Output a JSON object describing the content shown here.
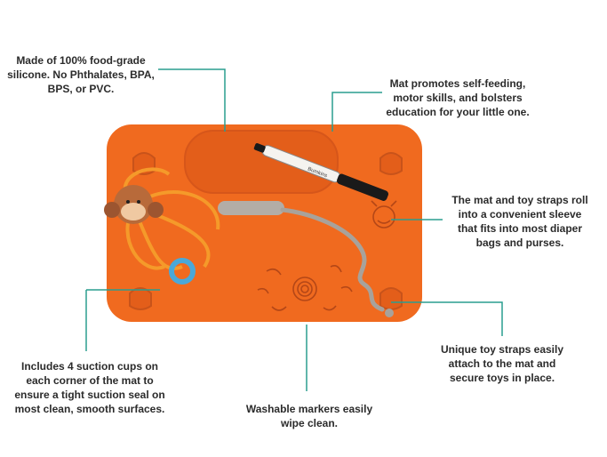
{
  "callouts": {
    "material": {
      "lines": [
        "Made of 100% food-grade",
        "silicone. No Phthalates, BPA,",
        "BPS, or PVC."
      ]
    },
    "self_feeding": {
      "lines": [
        "Mat promotes self-feeding,",
        "motor skills, and bolsters",
        "education for your little one."
      ]
    },
    "sleeve": {
      "lines": [
        "The mat and toy straps roll",
        "into a convenient sleeve",
        "that fits into most diaper",
        "bags and purses."
      ]
    },
    "suction": {
      "lines": [
        "Includes 4 suction cups on",
        "each corner of the mat to",
        "ensure a tight suction seal on",
        "most clean, smooth surfaces."
      ]
    },
    "markers": {
      "lines": [
        "Washable markers easily",
        "wipe clean."
      ]
    },
    "toy_straps": {
      "lines": [
        "Unique toy straps easily",
        "attach to the mat and",
        "secure toys in place."
      ]
    }
  },
  "product": {
    "marker_brand": "Bumkins"
  },
  "colors": {
    "mat": "#f06a1f",
    "mat_dark": "#d6561a",
    "leader_line": "#2a9d8f",
    "text": "#2b2b2b",
    "strap": "#a8a29b",
    "teether_ring": "#4aa8d8",
    "monkey": "#b86a3a"
  }
}
